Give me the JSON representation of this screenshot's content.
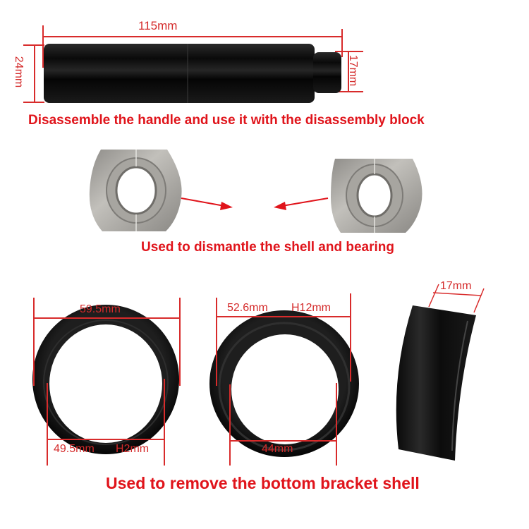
{
  "handle": {
    "length_label": "115mm",
    "diameter_label": "24mm",
    "tip_diameter_label": "17mm"
  },
  "captions": {
    "handle": "Disassemble the handle and use it with the disassembly block",
    "blocks": "Used to dismantle the shell and bearing",
    "rings": "Used to remove the bottom bracket shell"
  },
  "rings": [
    {
      "outer_label": "59.5mm",
      "inner_label": "49.5mm",
      "height_label": "H2mm"
    },
    {
      "outer_label": "52.6mm",
      "height_label": "H12mm",
      "inner_label": "44mm"
    },
    {
      "width_label": "17mm"
    }
  ],
  "colors": {
    "caption": "#e0141b",
    "dimension": "#d82b2b",
    "part_black": "#0d0d0d",
    "part_aluminum": "#a8a6a2"
  }
}
